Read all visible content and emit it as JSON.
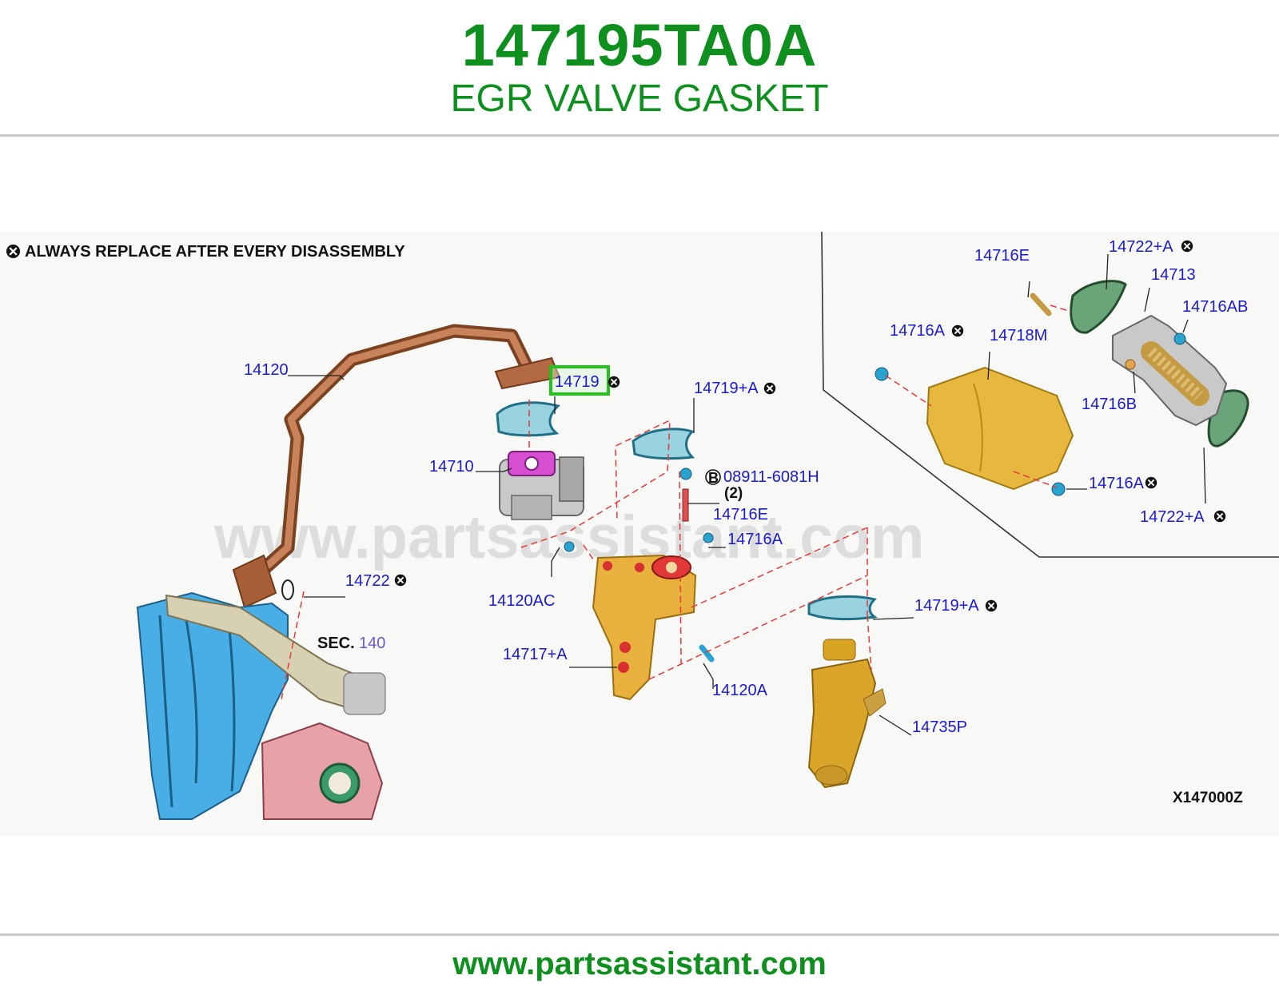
{
  "header": {
    "part_number": "147195TA0A",
    "part_name": "EGR VALVE GASKET"
  },
  "diagram": {
    "note": "ALWAYS REPLACE AFTER EVERY DISASSEMBLY",
    "figure_code": "X147000Z",
    "section_prefix": "SEC.",
    "section_number": "140",
    "watermark": "www.partsassistant.com",
    "highlighted_part": "14719",
    "bolt_symbol": "B",
    "bolt_qty": "(2)",
    "labels": {
      "p14120": "14120",
      "p14719": "14719",
      "p14719a_top": "14719+A",
      "p14710": "14710",
      "p08911": "08911-6081H",
      "p14716e_mid": "14716E",
      "p14716a_mid": "14716A",
      "p14722_left": "14722",
      "p14120ac": "14120AC",
      "p14717a": "14717+A",
      "p14120a": "14120A",
      "p14719a_low": "14719+A",
      "p14735p": "14735P",
      "p14716e_right": "14716E",
      "p14722a_top": "14722+A",
      "p14713": "14713",
      "p14716ab": "14716AB",
      "p14716a_right": "14716A",
      "p14718m": "14718M",
      "p14716b": "14716B",
      "p14716a_low": "14716A",
      "p14722a_low": "14722+A"
    }
  },
  "footer": {
    "url": "www.partsassistant.com"
  },
  "colors": {
    "brand_green": "#0e8f1e",
    "label_blue": "#1a1ad0",
    "highlight_box": "#22c31c",
    "leader_red": "#e03a3a"
  }
}
